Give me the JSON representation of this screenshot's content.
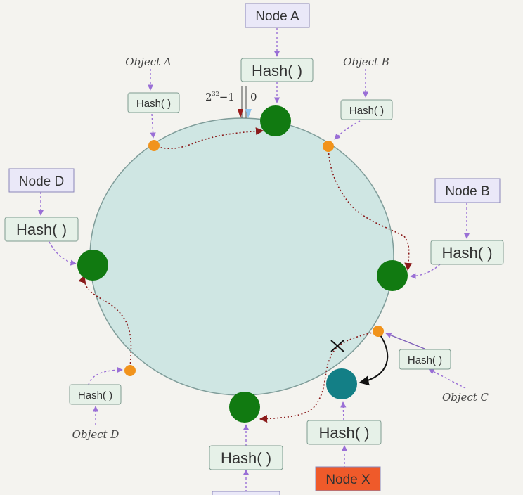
{
  "nodes": {
    "a": "Node A",
    "b": "Node B",
    "d": "Node D",
    "x": "Node X"
  },
  "hash_label": "Hash( )",
  "objects": {
    "a": "Object A",
    "b": "Object B",
    "c": "Object C",
    "d": "Object D"
  },
  "ring_labels": {
    "max_base": "2",
    "max_exp": "32",
    "max_suffix": "−1",
    "zero": "0"
  },
  "colors": {
    "background": "#f4f3ef",
    "ring_fill": "#cfe6e3",
    "node_green": "#117a11",
    "node_teal": "#137f86",
    "object_orange": "#f1931c",
    "arrow_purple": "#9a6fd6",
    "path_red": "#8a1a1a",
    "box_fill_lavender": "#eae8f8",
    "box_fill_mint": "#e6f1e8",
    "node_x_fill": "#ef5a2a"
  }
}
